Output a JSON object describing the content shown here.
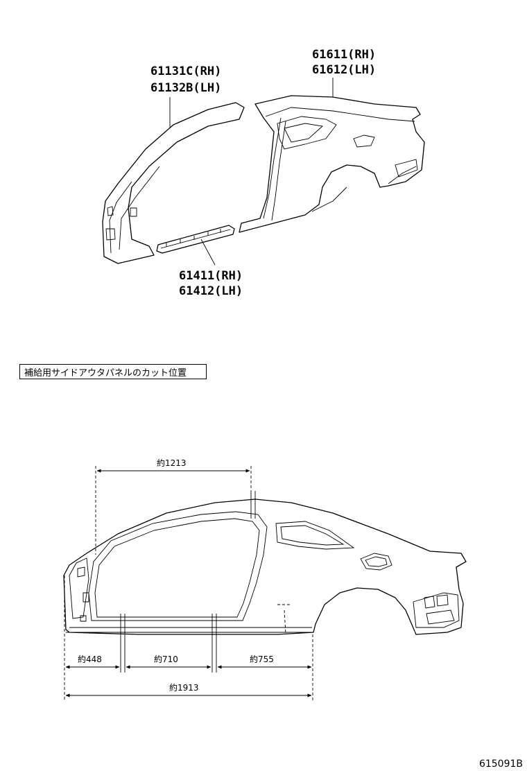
{
  "parts": {
    "pillar_rh": "61131C(RH)",
    "pillar_lh": "61132B(LH)",
    "quarter_rh": "61611(RH)",
    "quarter_lh": "61612(LH)",
    "rocker_rh": "61411(RH)",
    "rocker_lh": "61412(LH)"
  },
  "note": "補給用サイドアウタパネルのカット位置",
  "dimensions": {
    "top": "約1213",
    "front": "約448",
    "middle": "約710",
    "rear": "約755",
    "total": "約1913"
  },
  "figure_id": "615091B"
}
